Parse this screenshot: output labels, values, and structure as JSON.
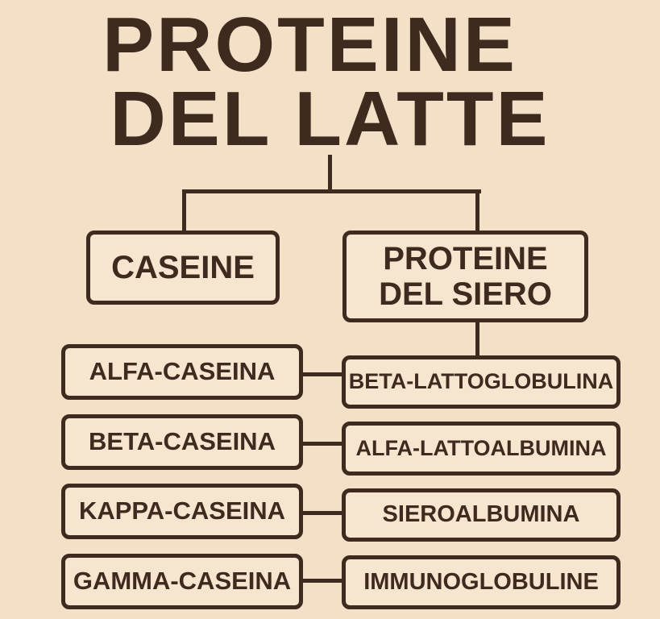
{
  "title": {
    "line1": "PROTEINE",
    "line2": "DEL LATTE"
  },
  "categories": {
    "caseine": "CASEINE",
    "siero_line1": "PROTEINE",
    "siero_line2": "DEL SIERO"
  },
  "caseine_items": [
    "ALFA-CASEINA",
    "BETA-CASEINA",
    "KAPPA-CASEINA",
    "GAMMA-CASEINA"
  ],
  "siero_items": [
    "BETA-LATTOGLOBULINA",
    "ALFA-LATTOALBUMINA",
    "SIEROALBUMINA",
    "IMMUNOGLOBULINE"
  ],
  "colors": {
    "background": "#f3e0c6",
    "ink": "#3e2a1e"
  }
}
